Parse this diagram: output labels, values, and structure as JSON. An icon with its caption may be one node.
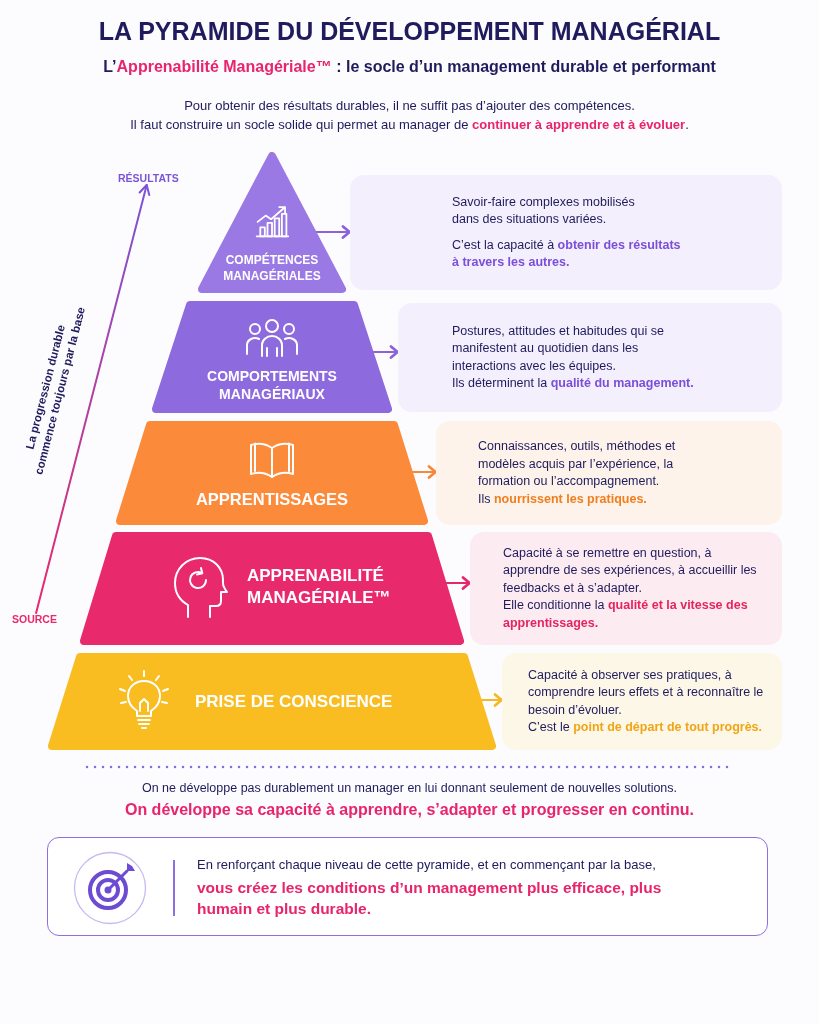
{
  "diagram": {
    "title": "LA PYRAMIDE DU DÉVELOPPEMENT MANAGÉRIAL",
    "nodes": [
      {
        "text": [
          "RÉSULTATS"
        ]
      },
      {
        "text": [
          "COMPÉTENCES MANAGÉRIALES"
        ]
      },
      {
        "text": [
          "Savoir-faire complexes mobilisés dans des situations variées.",
          "C’est la capacité à **obtenir des résultats à travers les autres.**"
        ]
      },
      {
        "text": [
          "COMPORTEMENTS MANAGÉRIAUX"
        ]
      },
      {
        "text": [
          "Postures, attitudes et habitudes qui se manifestent au quotidien dans les interactions avec les équipes.",
          "Ils déterminent la **qualité du management.**"
        ]
      },
      {
        "text": [
          "APPRENTISSAGES"
        ]
      },
      {
        "text": [
          "Connaissances, outils, méthodes et modèles acquis par l’expérience, la formation ou l’accompagnement.",
          "Ils **nourrissent les pratiques.**"
        ]
      },
      {
        "text": [
          "APPRENABILITÉ MANAGÉRIALE™"
        ]
      },
      {
        "text": [
          "Capacité à se remettre en question, à apprendre de ses expériences, à accueillir les feedbacks et à s’adapter.",
          "Elle conditionne la **qualité et la vitesse des apprentissages.**"
        ]
      },
      {
        "text": [
          "SOURCE"
        ]
      },
      {
        "text": [
          "PRISE DE CONSCIENCE"
        ]
      },
      {
        "text": [
          "Capacité à observer ses pratiques, à comprendre leurs effets et à reconnaître le besoin d’évoluer.",
          "C’est le **point de départ de tout progrès.**"
        ]
      },
      {
        "text": [
          "En renforçant chaque niveau de cette pyramide, et en commençant par la base, **vous créez les conditions d’un management plus efficace, plus humain et plus durable.**"
        ]
      }
    ],
    "edges": [
      {
        "from": 9,
        "to": 0,
        "arrow": "to",
        "label": "La progression durable commence toujours par la base",
        "color": "#7b55d6"
      },
      {
        "from": 1,
        "to": 2,
        "arrow": "to",
        "color": "#8a63dc"
      },
      {
        "from": 3,
        "to": 4,
        "arrow": "to",
        "color": "#8a63dc"
      },
      {
        "from": 5,
        "to": 6,
        "arrow": "to",
        "color": "#f7883a"
      },
      {
        "from": 7,
        "to": 8,
        "arrow": "to",
        "color": "#e5286a"
      },
      {
        "from": 10,
        "to": 11,
        "arrow": "to",
        "color": "#f6b824"
      }
    ],
    "labels": [
      "L’**Apprenabilité Managériale™** : le socle d’un management durable et performant",
      "Pour obtenir des résultats durables, il ne suffit pas d’ajouter des compétences.",
      "Il faut construire un socle solide qui permet au manager de **continuer à apprendre et à évoluer**.",
      "On ne développe pas durablement un manager en lui donnant seulement de nouvelles solutions.",
      "On développe sa capacité à apprendre, s’adapter et progresser en continu."
    ]
  }
}
